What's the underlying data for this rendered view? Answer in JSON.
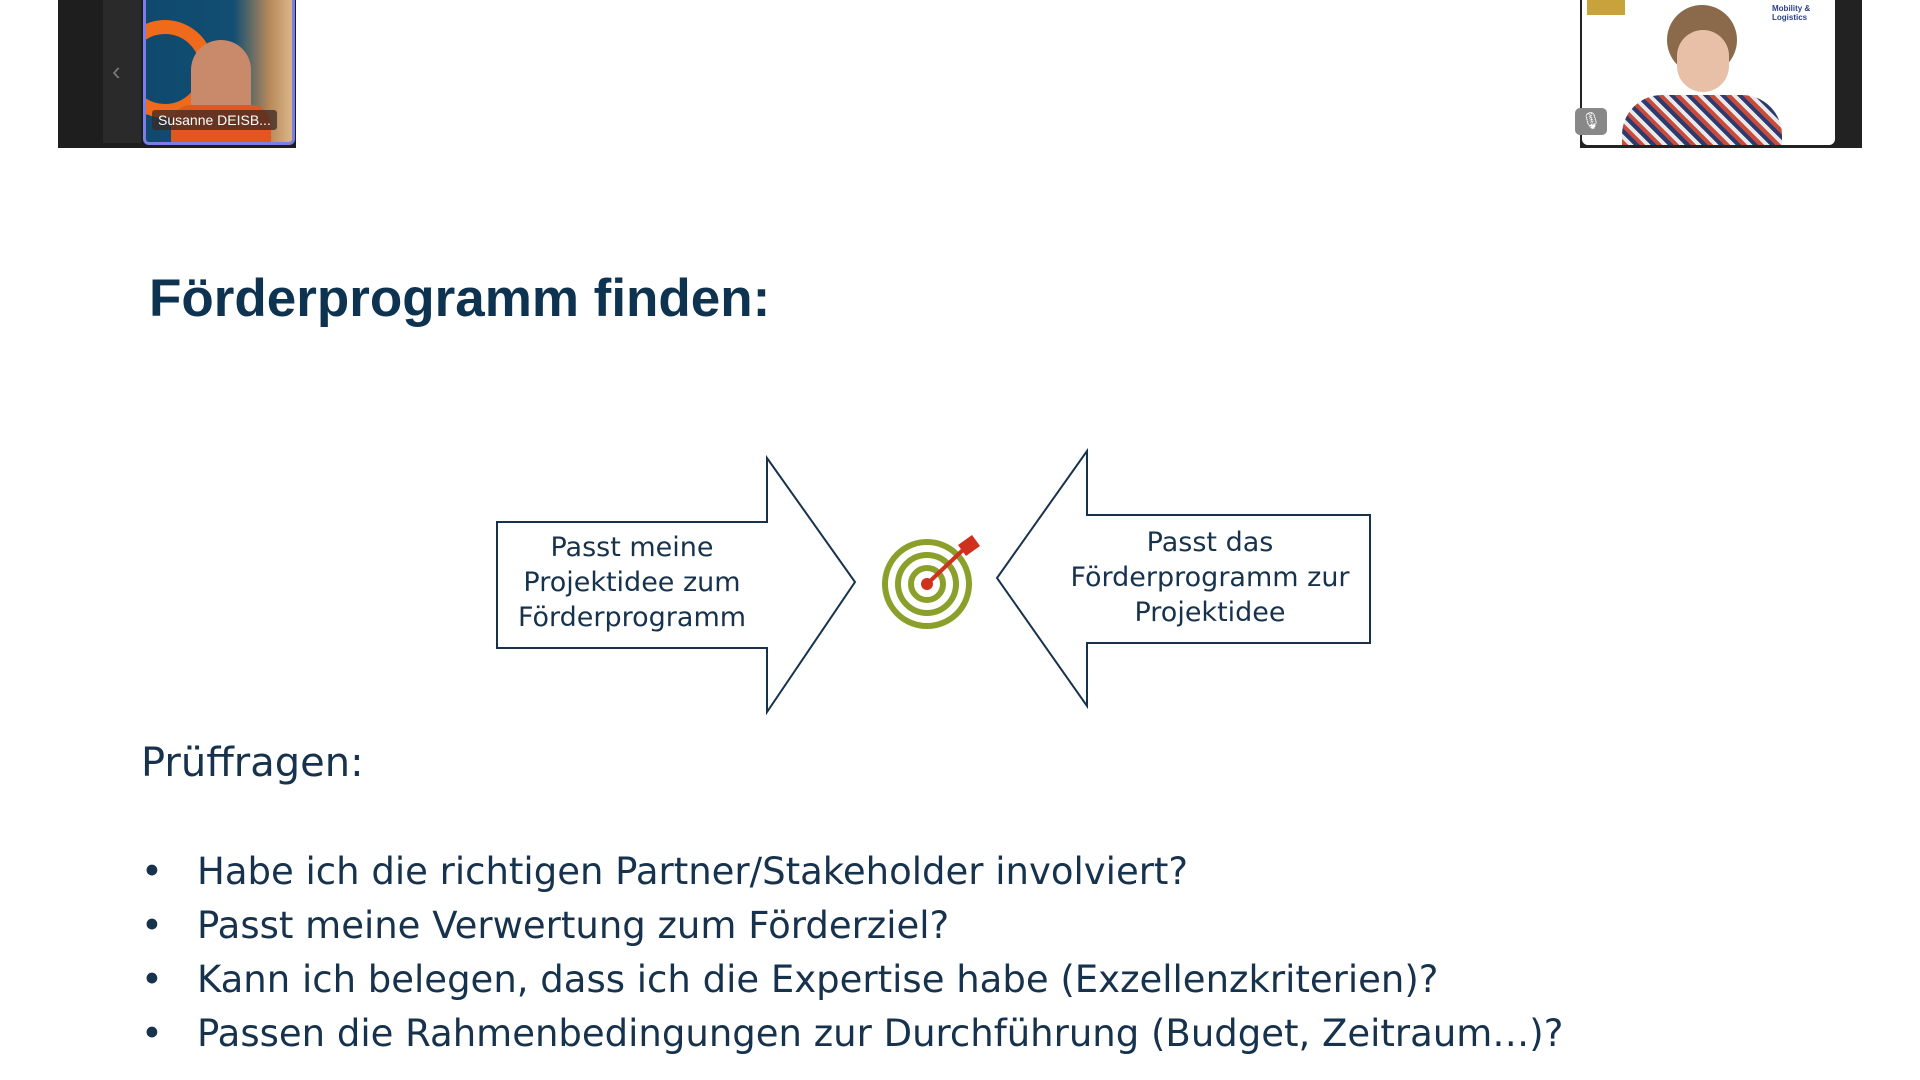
{
  "video": {
    "left_participant": {
      "name": "Susanne DEISB..."
    },
    "right_participant": {
      "logo_text": "Mobility & Logistics"
    },
    "nav_prev_icon": "chevron-left-icon",
    "mic_icon": "mic-off-icon"
  },
  "slide": {
    "title": "Förderprogramm finden:",
    "arrow_left_text": "Passt meine Projektidee zum Förderprogramm",
    "arrow_right_text": "Passt das Förderprogramm zur Projektidee",
    "center_icon": "target-icon",
    "subtitle": "Prüffragen:",
    "bullet": "•",
    "questions": [
      "Habe ich die richtigen Partner/Stakeholder involviert?",
      "Passt meine Verwertung zum Förderziel?",
      "Kann ich belegen, dass ich die Expertise habe (Exzellenzkriterien)?",
      "Passen die Rahmenbedingungen zur Durchführung (Budget, Zeitraum…)?"
    ],
    "colors": {
      "title": "#0d3350",
      "text": "#17324d",
      "target_ring": "#8aa02a",
      "target_center": "#d0311e"
    }
  }
}
